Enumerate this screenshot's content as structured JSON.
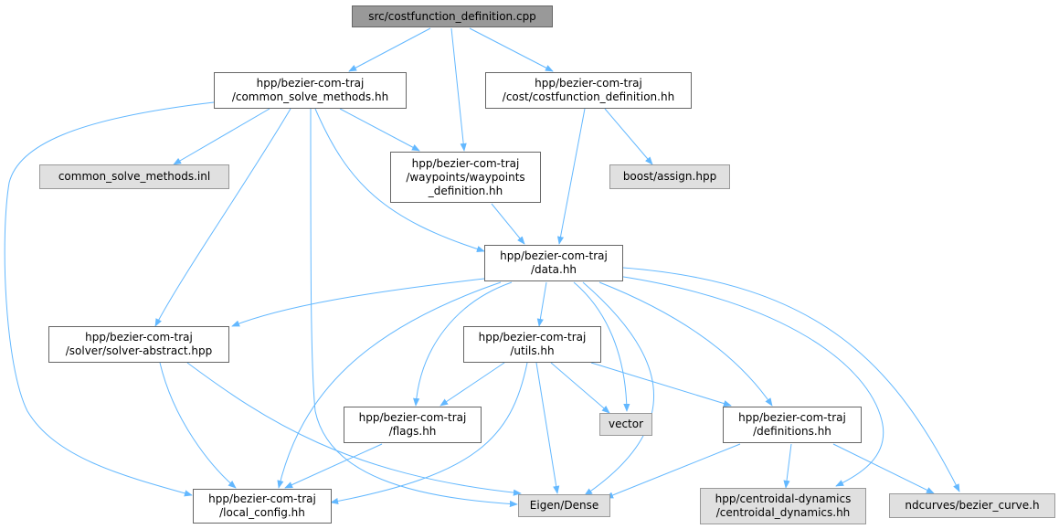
{
  "colors": {
    "edge": "#63b8ff",
    "node_border": "#666666",
    "external_fill": "#e0e0e0",
    "external_border": "#999999",
    "root_fill": "#999999"
  },
  "nodes": {
    "n0": {
      "lines": [
        "src/costfunction_definition.cpp"
      ]
    },
    "n1": {
      "lines": [
        "hpp/bezier-com-traj",
        "/common_solve_methods.hh"
      ]
    },
    "n2": {
      "lines": [
        "hpp/bezier-com-traj",
        "/cost/costfunction_definition.hh"
      ]
    },
    "n3": {
      "lines": [
        "common_solve_methods.inl"
      ]
    },
    "n4": {
      "lines": [
        "hpp/bezier-com-traj",
        "/waypoints/waypoints",
        "_definition.hh"
      ]
    },
    "n5": {
      "lines": [
        "boost/assign.hpp"
      ]
    },
    "n6": {
      "lines": [
        "hpp/bezier-com-traj",
        "/data.hh"
      ]
    },
    "n7": {
      "lines": [
        "hpp/bezier-com-traj",
        "/solver/solver-abstract.hpp"
      ]
    },
    "n8": {
      "lines": [
        "hpp/bezier-com-traj",
        "/utils.hh"
      ]
    },
    "n9": {
      "lines": [
        "hpp/bezier-com-traj",
        "/flags.hh"
      ]
    },
    "n10": {
      "lines": [
        "vector"
      ]
    },
    "n11": {
      "lines": [
        "hpp/bezier-com-traj",
        "/definitions.hh"
      ]
    },
    "n12": {
      "lines": [
        "hpp/bezier-com-traj",
        "/local_config.hh"
      ]
    },
    "n13": {
      "lines": [
        "Eigen/Dense"
      ]
    },
    "n14": {
      "lines": [
        "hpp/centroidal-dynamics",
        "/centroidal_dynamics.hh"
      ]
    },
    "n15": {
      "lines": [
        "ndcurves/bezier_curve.h"
      ]
    }
  }
}
